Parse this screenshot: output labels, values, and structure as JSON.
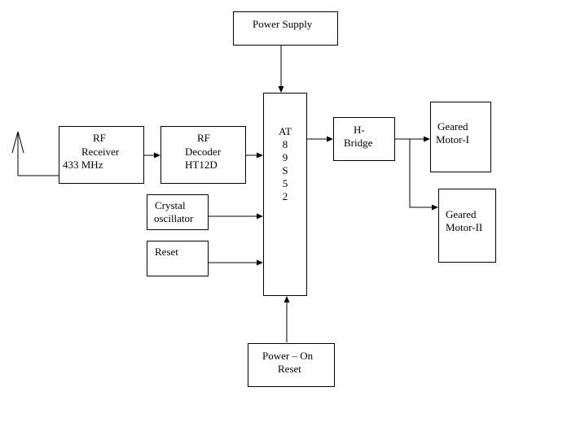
{
  "blocks": {
    "power_supply": {
      "label": "Power Supply"
    },
    "rf_receiver": {
      "line1": "RF",
      "line2": "Receiver",
      "line3": "433 MHz"
    },
    "rf_decoder": {
      "line1": "RF",
      "line2": "Decoder",
      "line3": "HT12D"
    },
    "microcontroller": {
      "letters": [
        "AT",
        "8",
        "9",
        "S",
        "5",
        "2"
      ]
    },
    "crystal_oscillator": {
      "line1": "Crystal",
      "line2": "oscillator"
    },
    "reset": {
      "label": "Reset"
    },
    "power_on_reset": {
      "line1": "Power – On",
      "line2": "Reset"
    },
    "h_bridge": {
      "line1": "H-",
      "line2": "Bridge"
    },
    "geared_motor_1": {
      "line1": "Geared",
      "line2": "Motor-I"
    },
    "geared_motor_2": {
      "line1": "Geared",
      "line2": "Motor-II"
    }
  }
}
